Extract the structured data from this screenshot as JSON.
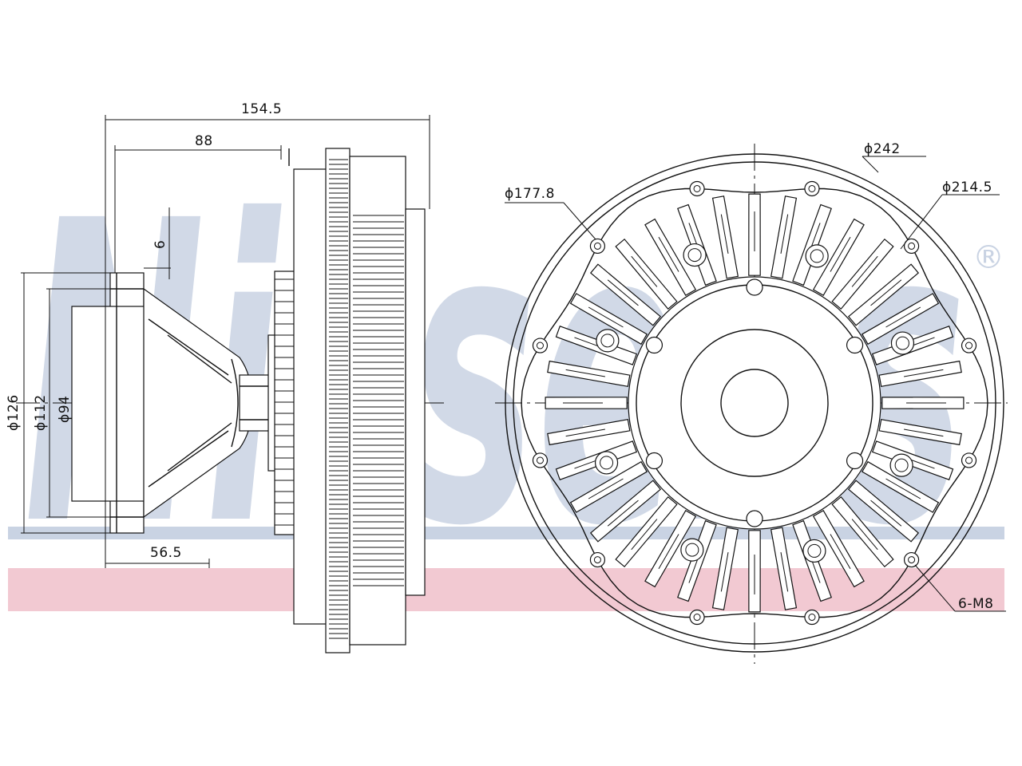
{
  "watermark": {
    "text": "Nissens",
    "mark": "®",
    "text_color": "#c9d3e3",
    "band_blue": "#c9d3e3",
    "band_pink": "#f2c9d2"
  },
  "side_view": {
    "dim_overall_length": "154.5",
    "dim_hub_length": "88",
    "dim_flange_thickness": "6",
    "dim_flange_outer": "ϕ126",
    "dim_pilot": "ϕ112",
    "dim_bore": "ϕ94",
    "dim_mount_offset": "56.5"
  },
  "front_view": {
    "dim_outer": "ϕ242",
    "dim_bolt_circle": "ϕ214.5",
    "dim_inner": "ϕ177.8",
    "dim_threads": "6-M8"
  }
}
